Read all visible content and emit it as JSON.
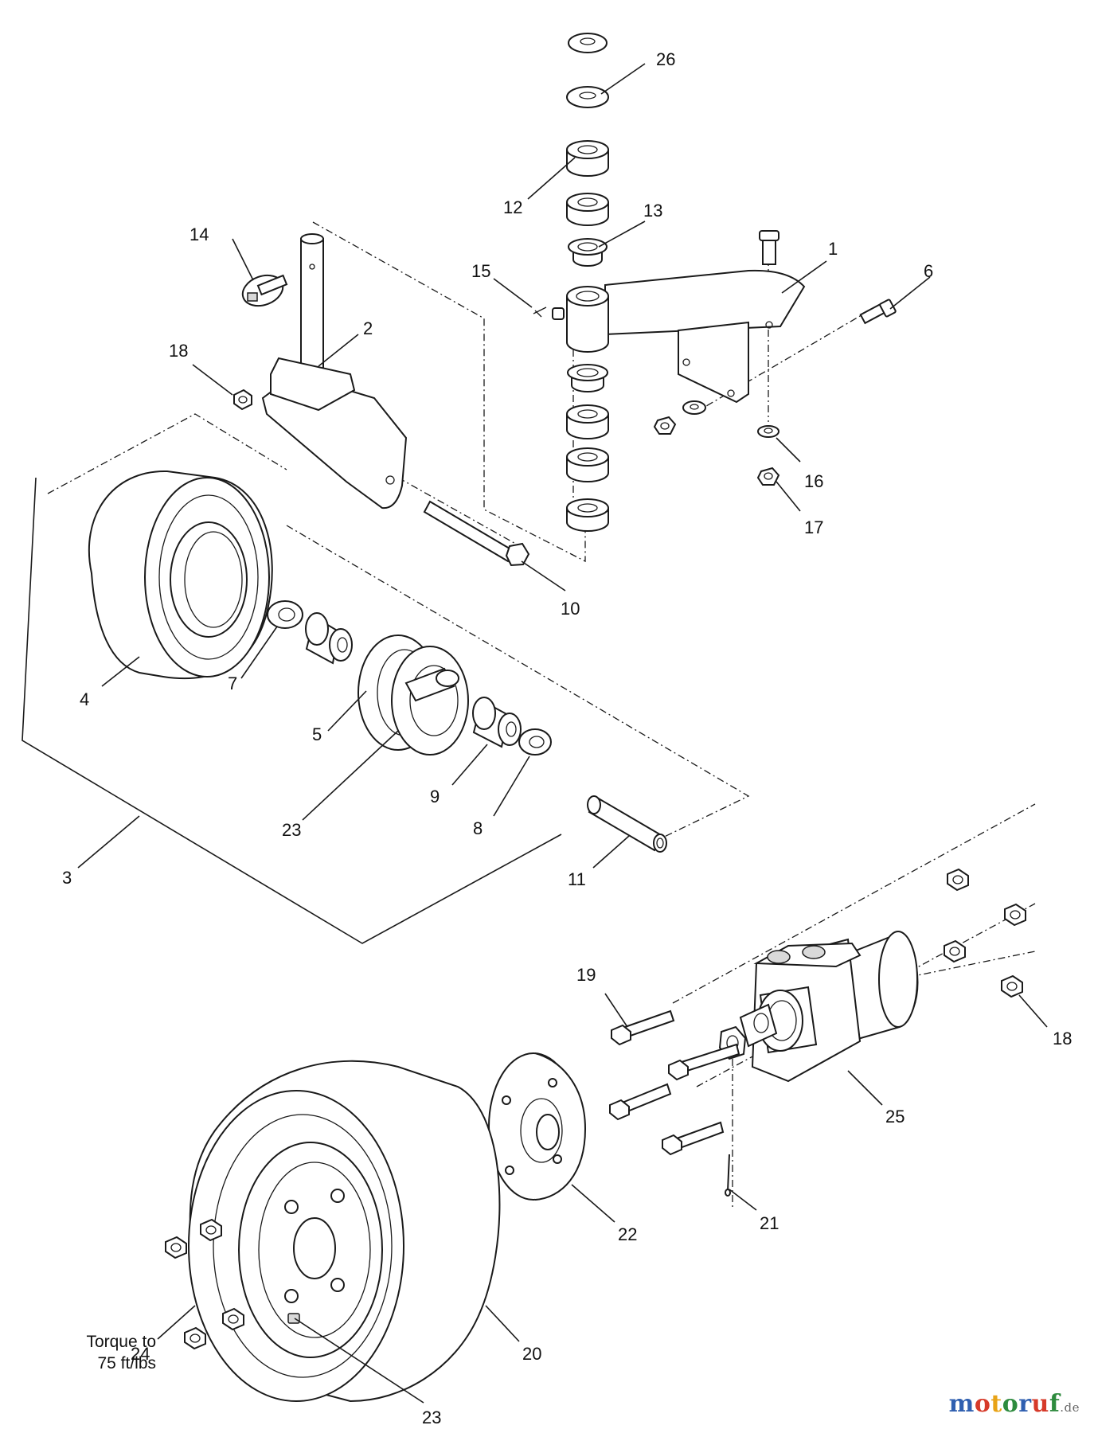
{
  "diagram": {
    "callouts": [
      {
        "id": "c1",
        "text": "1"
      },
      {
        "id": "c2",
        "text": "2"
      },
      {
        "id": "c3",
        "text": "3"
      },
      {
        "id": "c4",
        "text": "4"
      },
      {
        "id": "c5",
        "text": "5"
      },
      {
        "id": "c6",
        "text": "6"
      },
      {
        "id": "c7",
        "text": "7"
      },
      {
        "id": "c8",
        "text": "8"
      },
      {
        "id": "c9",
        "text": "9"
      },
      {
        "id": "c10",
        "text": "10"
      },
      {
        "id": "c11",
        "text": "11"
      },
      {
        "id": "c12",
        "text": "12"
      },
      {
        "id": "c13",
        "text": "13"
      },
      {
        "id": "c14",
        "text": "14"
      },
      {
        "id": "c15",
        "text": "15"
      },
      {
        "id": "c16",
        "text": "16"
      },
      {
        "id": "c17",
        "text": "17"
      },
      {
        "id": "c18a",
        "text": "18"
      },
      {
        "id": "c18b",
        "text": "18"
      },
      {
        "id": "c19",
        "text": "19"
      },
      {
        "id": "c20",
        "text": "20"
      },
      {
        "id": "c21",
        "text": "21"
      },
      {
        "id": "c22",
        "text": "22"
      },
      {
        "id": "c23a",
        "text": "23"
      },
      {
        "id": "c23b",
        "text": "23"
      },
      {
        "id": "c24",
        "text": "24"
      },
      {
        "id": "c25",
        "text": "25"
      },
      {
        "id": "c26",
        "text": "26"
      }
    ],
    "note": {
      "line1": "Torque to",
      "line2": "75 ft/lbs"
    }
  },
  "watermark": {
    "letters": [
      "m",
      "o",
      "t",
      "o",
      "r",
      "u",
      "f"
    ],
    "colors": [
      "#2f5fb0",
      "#d63a2a",
      "#e8a317",
      "#2e8b3e",
      "#2f5fb0",
      "#d63a2a",
      "#2e8b3e"
    ],
    "suffix": ".de"
  }
}
